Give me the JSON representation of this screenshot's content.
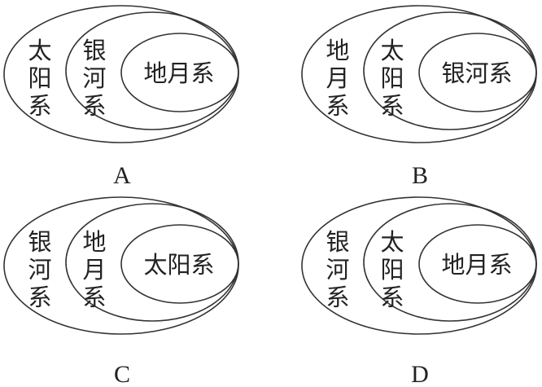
{
  "options": [
    {
      "letter": "A",
      "outer": "太阳系",
      "middle": "银河系",
      "inner": "地月系"
    },
    {
      "letter": "B",
      "outer": "地月系",
      "middle": "太阳系",
      "inner": "银河系"
    },
    {
      "letter": "C",
      "outer": "银河系",
      "middle": "地月系",
      "inner": "太阳系"
    },
    {
      "letter": "D",
      "outer": "银河系",
      "middle": "太阳系",
      "inner": "地月系"
    }
  ]
}
